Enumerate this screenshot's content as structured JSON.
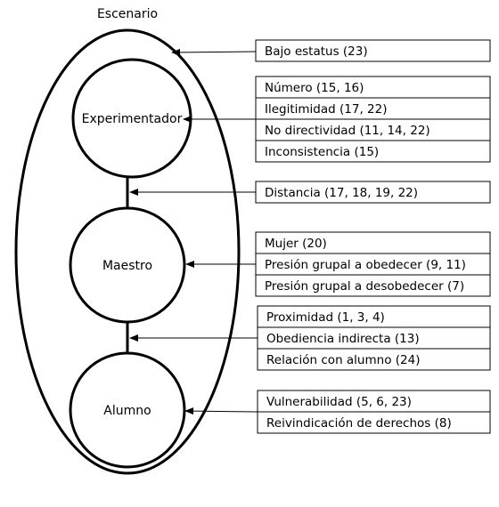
{
  "title": "Escenario",
  "nodes": {
    "experimenter": "Experimentador",
    "teacher": "Maestro",
    "student": "Alumno"
  },
  "factor_groups": {
    "scenario": [
      "Bajo estatus (23)"
    ],
    "experimenter": [
      "Número (15, 16)",
      "Ilegitimidad (17, 22)",
      "No directividad (11, 14, 22)",
      "Inconsistencia (15)"
    ],
    "experimenter_teacher_link": [
      "Distancia (17, 18, 19, 22)"
    ],
    "teacher": [
      "Mujer (20)",
      "Presión grupal a obedecer (9, 11)",
      "Presión grupal a desobedecer (7)"
    ],
    "teacher_student_link": [
      "Proximidad (1, 3, 4)",
      "Obediencia indirecta (13)",
      "Relación con alumno (24)"
    ],
    "student": [
      "Vulnerabilidad (5, 6, 23)",
      "Reivindicación de derechos (8)"
    ]
  }
}
